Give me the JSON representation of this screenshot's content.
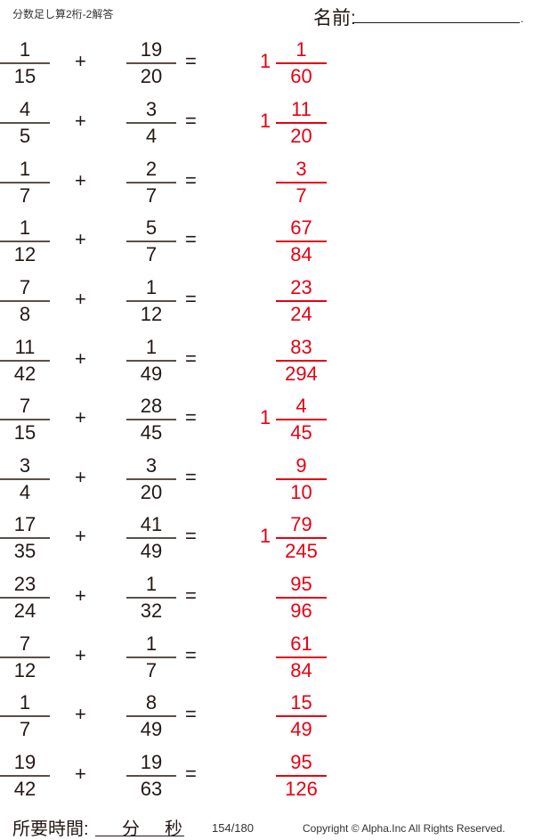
{
  "header": {
    "title": "分数足し算2桁-2解答",
    "name_label": "名前:",
    "name_end": "."
  },
  "problems": [
    {
      "a_num": "1",
      "a_den": "15",
      "op": "+",
      "b_num": "19",
      "b_den": "20",
      "eq": "=",
      "ans_whole": "1",
      "ans_num": "1",
      "ans_den": "60"
    },
    {
      "a_num": "4",
      "a_den": "5",
      "op": "+",
      "b_num": "3",
      "b_den": "4",
      "eq": "=",
      "ans_whole": "1",
      "ans_num": "11",
      "ans_den": "20"
    },
    {
      "a_num": "1",
      "a_den": "7",
      "op": "+",
      "b_num": "2",
      "b_den": "7",
      "eq": "=",
      "ans_whole": "",
      "ans_num": "3",
      "ans_den": "7"
    },
    {
      "a_num": "1",
      "a_den": "12",
      "op": "+",
      "b_num": "5",
      "b_den": "7",
      "eq": "=",
      "ans_whole": "",
      "ans_num": "67",
      "ans_den": "84"
    },
    {
      "a_num": "7",
      "a_den": "8",
      "op": "+",
      "b_num": "1",
      "b_den": "12",
      "eq": "=",
      "ans_whole": "",
      "ans_num": "23",
      "ans_den": "24"
    },
    {
      "a_num": "11",
      "a_den": "42",
      "op": "+",
      "b_num": "1",
      "b_den": "49",
      "eq": "=",
      "ans_whole": "",
      "ans_num": "83",
      "ans_den": "294"
    },
    {
      "a_num": "7",
      "a_den": "15",
      "op": "+",
      "b_num": "28",
      "b_den": "45",
      "eq": "=",
      "ans_whole": "1",
      "ans_num": "4",
      "ans_den": "45"
    },
    {
      "a_num": "3",
      "a_den": "4",
      "op": "+",
      "b_num": "3",
      "b_den": "20",
      "eq": "=",
      "ans_whole": "",
      "ans_num": "9",
      "ans_den": "10"
    },
    {
      "a_num": "17",
      "a_den": "35",
      "op": "+",
      "b_num": "41",
      "b_den": "49",
      "eq": "=",
      "ans_whole": "1",
      "ans_num": "79",
      "ans_den": "245"
    },
    {
      "a_num": "23",
      "a_den": "24",
      "op": "+",
      "b_num": "1",
      "b_den": "32",
      "eq": "=",
      "ans_whole": "",
      "ans_num": "95",
      "ans_den": "96"
    },
    {
      "a_num": "7",
      "a_den": "12",
      "op": "+",
      "b_num": "1",
      "b_den": "7",
      "eq": "=",
      "ans_whole": "",
      "ans_num": "61",
      "ans_den": "84"
    },
    {
      "a_num": "1",
      "a_den": "7",
      "op": "+",
      "b_num": "8",
      "b_den": "49",
      "eq": "=",
      "ans_whole": "",
      "ans_num": "15",
      "ans_den": "49"
    },
    {
      "a_num": "19",
      "a_den": "42",
      "op": "+",
      "b_num": "19",
      "b_den": "63",
      "eq": "=",
      "ans_whole": "",
      "ans_num": "95",
      "ans_den": "126"
    }
  ],
  "footer": {
    "time_label": "所要時間:",
    "minutes_label": "分",
    "seconds_label": "秒",
    "page": "154/180",
    "copyright": "Copyright ©  Alpha.Inc All Rights Reserved."
  },
  "colors": {
    "answer": "#e60012",
    "text": "#231815"
  }
}
